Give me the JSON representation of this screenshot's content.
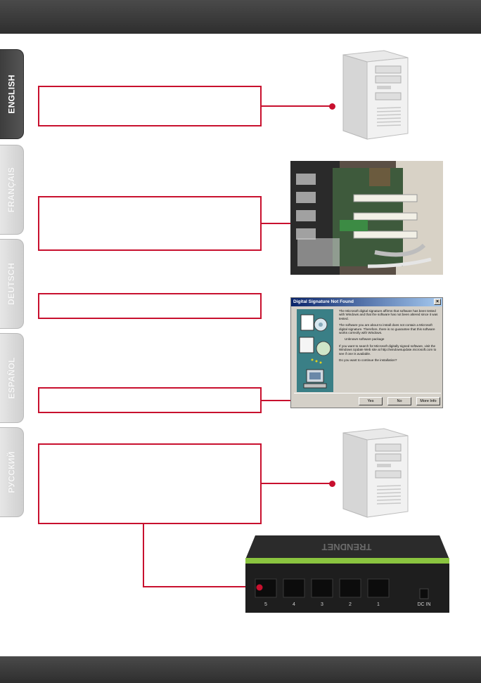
{
  "tabs": [
    {
      "label": "ENGLISH",
      "active": true
    },
    {
      "label": "FRANÇAIS",
      "active": false
    },
    {
      "label": "DEUTSCH",
      "active": false
    },
    {
      "label": "ESPAÑOL",
      "active": false
    },
    {
      "label": "РУССКИЙ",
      "active": false
    }
  ],
  "colors": {
    "accent": "#c8102e",
    "bar": "#3a3a3a"
  },
  "dialog": {
    "title": "Digital Signature Not Found",
    "para1": "The Microsoft digital signature affirms that software has been tested with Windows and that the software has not been altered since it was tested.",
    "para2": "The software you are about to install does not contain a Microsoft digital signature. Therefore, there is no guarantee that this software works correctly with Windows.",
    "package": "Unknown software package",
    "para3": "If you want to search for Microsoft digitally signed software, visit the Windows Update Web site at http://windowsupdate.microsoft.com to see if one is available.",
    "question": "Do you want to continue the installation?",
    "yes": "Yes",
    "no": "No",
    "more": "More Info"
  },
  "switch": {
    "brand": "TRENDNET",
    "ports": [
      "5",
      "4",
      "3",
      "2",
      "1"
    ],
    "dc_label": "DC IN"
  }
}
